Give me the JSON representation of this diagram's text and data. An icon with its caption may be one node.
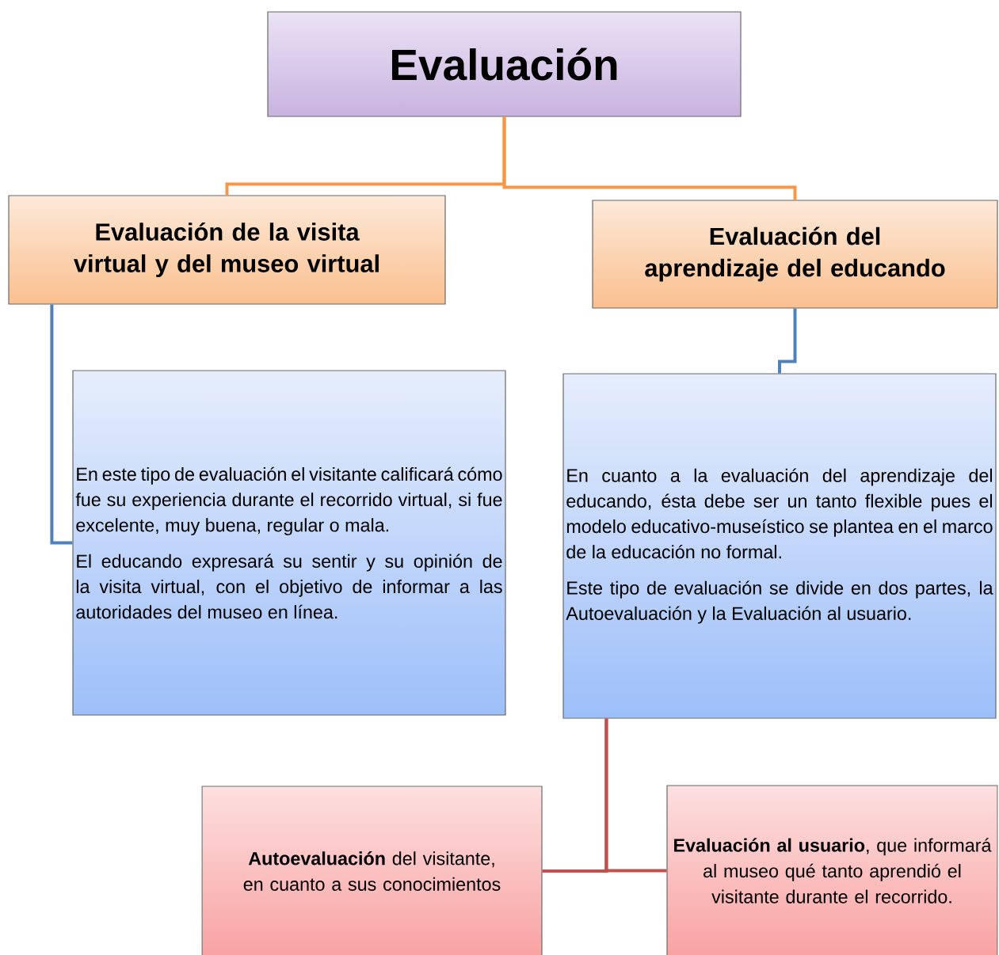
{
  "diagram": {
    "nodes": [
      {
        "text": [
          "Evaluación"
        ]
      },
      {
        "text": [
          "Evaluación de la visita virtual y del museo virtual"
        ]
      },
      {
        "text": [
          "Evaluación del aprendizaje del educando"
        ]
      },
      {
        "text": [
          "En este tipo de evaluación el visitante calificará cómo fue su experiencia durante el recorrido virtual, si fue excelente, muy buena, regular o mala.",
          "El educando expresará su sentir y su opinión de la visita virtual, con el objetivo de informar a las autoridades del museo en línea."
        ]
      },
      {
        "text": [
          "En cuanto a la evaluación del aprendizaje del educando, ésta debe ser un tanto flexible pues el modelo educativo-museístico se plantea en el marco de la educación no formal.",
          "Este tipo de evaluación se divide en dos partes, la Autoevaluación y la Evaluación al usuario."
        ]
      },
      {
        "text": [
          "**Autoevaluación** del visitante, en cuanto a sus conocimientos"
        ]
      },
      {
        "text": [
          "**Evaluación al usuario**, que informará al museo qué tanto aprendió el visitante durante el recorrido."
        ]
      }
    ],
    "edges": [
      {
        "from": 0,
        "to": 1,
        "arrow": "none",
        "color": "#f79646"
      },
      {
        "from": 0,
        "to": 2,
        "arrow": "none",
        "color": "#f79646"
      },
      {
        "from": 1,
        "to": 3,
        "arrow": "none",
        "color": "#4f81bd"
      },
      {
        "from": 2,
        "to": 4,
        "arrow": "none",
        "color": "#4f81bd"
      },
      {
        "from": 4,
        "to": 5,
        "arrow": "none",
        "color": "#c0504d"
      },
      {
        "from": 4,
        "to": 6,
        "arrow": "none",
        "color": "#c0504d"
      }
    ]
  }
}
